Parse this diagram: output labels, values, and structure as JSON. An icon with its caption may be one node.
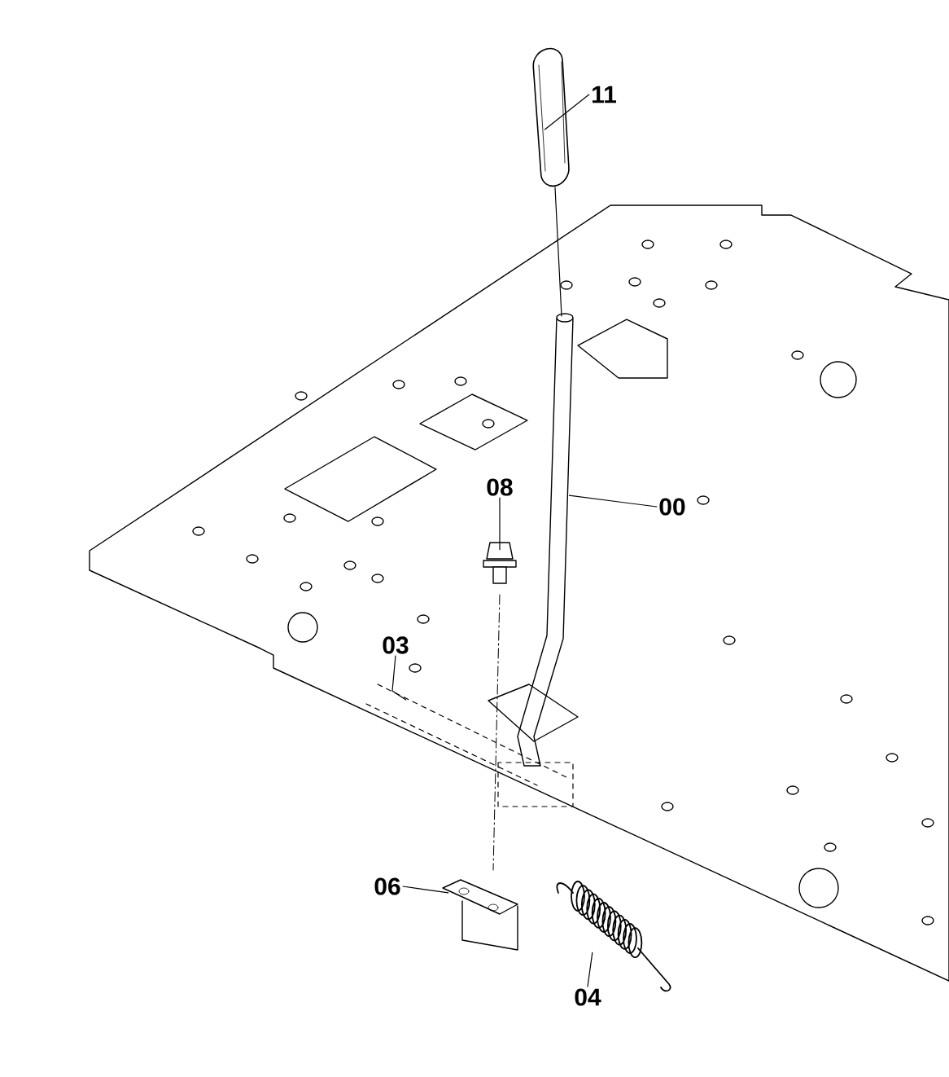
{
  "diagram": {
    "nodes": [
      {
        "text": [
          "11"
        ]
      },
      {
        "text": [
          "00"
        ]
      },
      {
        "text": [
          "08"
        ]
      },
      {
        "text": [
          "03"
        ]
      },
      {
        "text": [
          "06"
        ]
      },
      {
        "text": [
          "04"
        ]
      },
      {
        "text": [],
        "shape": "picture"
      },
      {
        "text": [],
        "shape": "picture"
      },
      {
        "text": [],
        "shape": "picture"
      },
      {
        "text": [],
        "shape": "picture"
      },
      {
        "text": [],
        "shape": "picture"
      },
      {
        "text": [],
        "shape": "picture"
      }
    ],
    "edges": [
      {
        "from": 0,
        "to": 6,
        "arrow": "none"
      },
      {
        "from": 1,
        "to": 7,
        "arrow": "none"
      },
      {
        "from": 2,
        "to": 8,
        "arrow": "none"
      },
      {
        "from": 3,
        "to": 9,
        "arrow": "none"
      },
      {
        "from": 4,
        "to": 10,
        "arrow": "none"
      },
      {
        "from": 5,
        "to": 11,
        "arrow": "none"
      }
    ]
  }
}
